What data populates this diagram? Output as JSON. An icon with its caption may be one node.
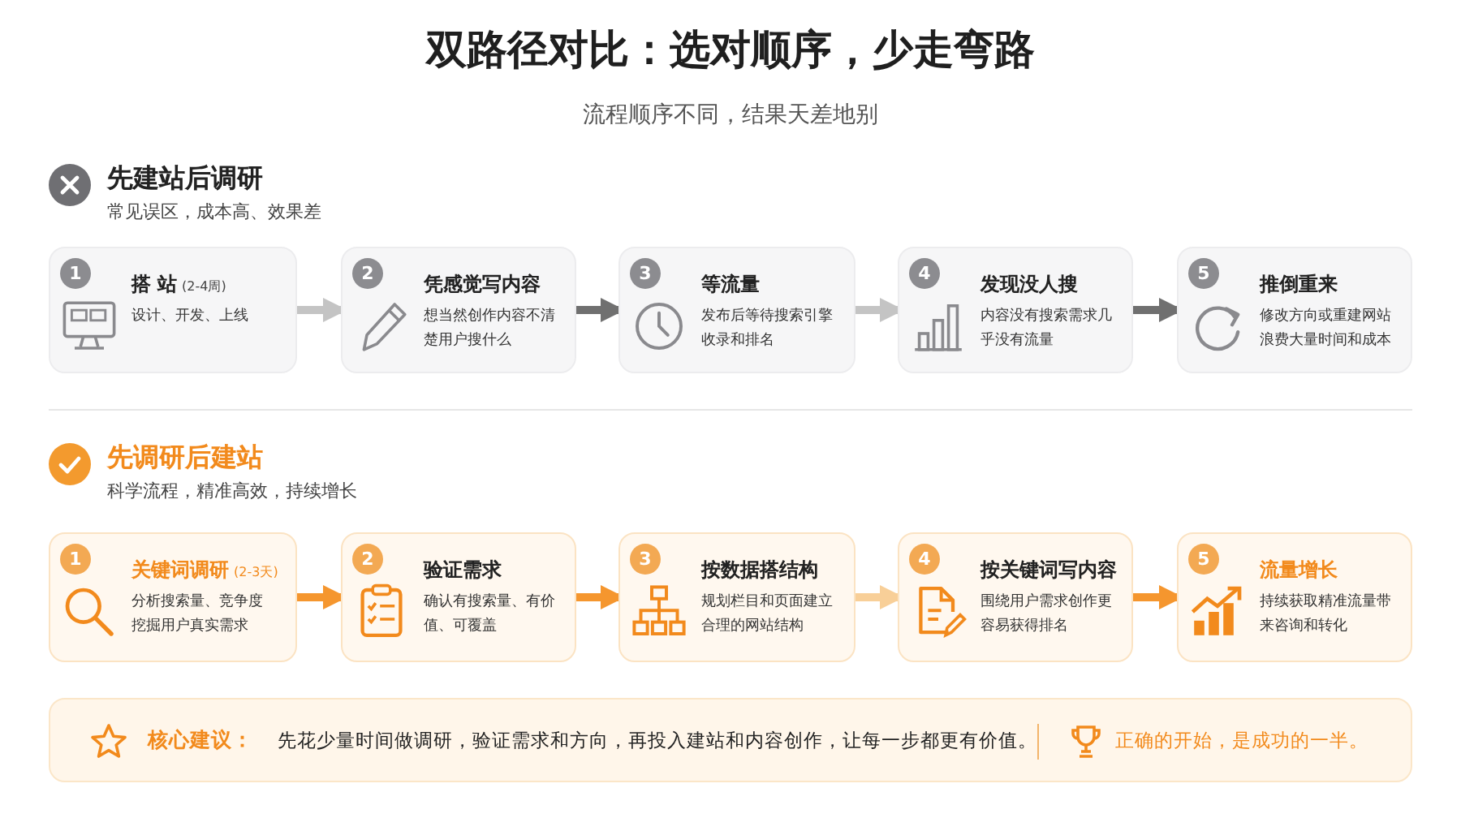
{
  "diagram": {
    "title": "双路径对比：选对顺序，少走弯路",
    "nodes": [
      {
        "text": [
          "1",
          "搭 站",
          "(2-4周)",
          "设计、开发、上线"
        ]
      },
      {
        "text": [
          "2",
          "凭感觉写内容",
          "想当然创作内容不清楚用户搜什么"
        ]
      },
      {
        "text": [
          "3",
          "等流量",
          "发布后等待搜索引擎收录和排名"
        ]
      },
      {
        "text": [
          "4",
          "发现没人搜",
          "内容没有搜索需求几乎没有流量"
        ]
      },
      {
        "text": [
          "5",
          "推倒重来",
          "修改方向或重建网站浪费大量时间和成本"
        ]
      },
      {
        "text": [
          "1",
          "关键词调研",
          "(2-3天)",
          "分析搜索量、竞争度挖掘用户真实需求"
        ]
      },
      {
        "text": [
          "2",
          "验证需求",
          "确认有搜索量、有价值、可覆盖"
        ]
      },
      {
        "text": [
          "3",
          "按数据搭结构",
          "规划栏目和页面建立合理的网站结构"
        ]
      },
      {
        "text": [
          "4",
          "按关键词写内容",
          "围绕用户需求创作更容易获得排名"
        ]
      },
      {
        "text": [
          "5",
          "流量增长",
          "持续获取精准流量带来咨询和转化"
        ]
      },
      {
        "text": [
          "核心建议：",
          "先花少量时间做调研，验证需求和方向，再投入建站和内容创作，让每一步都更有价值。",
          "正确的开始，是成功的一半。"
        ]
      }
    ],
    "edges": [
      {
        "from": 0,
        "to": 1,
        "arrow": "to",
        "color": "#c4c4c4"
      },
      {
        "from": 1,
        "to": 2,
        "arrow": "to",
        "color": "#707070"
      },
      {
        "from": 2,
        "to": 3,
        "arrow": "to",
        "color": "#c4c4c4"
      },
      {
        "from": 3,
        "to": 4,
        "arrow": "to",
        "color": "#707070"
      },
      {
        "from": 5,
        "to": 6,
        "arrow": "to"
      },
      {
        "from": 6,
        "to": 7,
        "arrow": "to"
      },
      {
        "from": 7,
        "to": 8,
        "arrow": "to",
        "color": "#f8cf98"
      },
      {
        "from": 8,
        "to": 9,
        "arrow": "to"
      }
    ],
    "labels": [
      "流程顺序不同，结果天差地别",
      "先建站后调研",
      "常见误区，成本高、效果差",
      "先调研后建站",
      "科学流程，精准高效，持续增长"
    ]
  }
}
